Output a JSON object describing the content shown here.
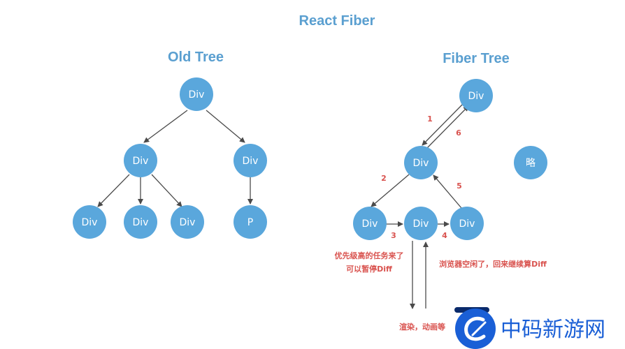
{
  "title": "React Fiber",
  "old_tree": {
    "heading": "Old Tree",
    "nodes": [
      "Div",
      "Div",
      "Div",
      "Div",
      "Div",
      "Div",
      "P"
    ]
  },
  "fiber_tree": {
    "heading": "Fiber Tree",
    "nodes": [
      "Div",
      "Div",
      "Div",
      "Div",
      "Div"
    ],
    "omitted_label": "略",
    "steps": [
      "1",
      "6",
      "2",
      "5",
      "3",
      "4"
    ],
    "notes": {
      "interrupt_line1": "优先级高的任务来了",
      "interrupt_line2": "可以暂停Diff",
      "resume": "浏览器空闲了，回来继续算Diff",
      "render": "渲染，动画等"
    }
  },
  "colors": {
    "node": "#5aa7dc",
    "title": "#5a9fd0",
    "edge": "#4a4a4a",
    "annotation": "#d9534f"
  },
  "watermark": {
    "text": "中码新游网",
    "icon": "brand-logo-icon"
  }
}
